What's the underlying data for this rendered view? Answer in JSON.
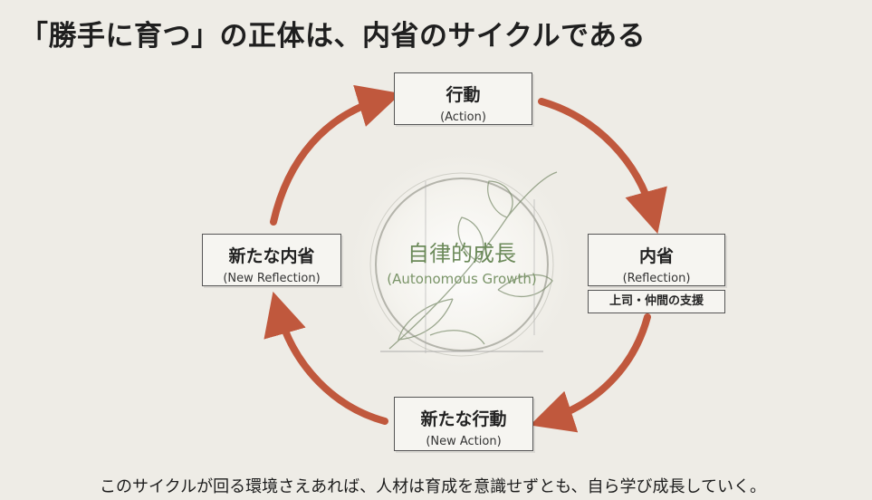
{
  "title": "「勝手に育つ」の正体は、内省のサイクルである",
  "center": {
    "jp": "自律的成長",
    "en": "(Autonomous Growth)"
  },
  "nodes": {
    "action": {
      "jp": "行動",
      "en": "(Action)"
    },
    "reflection": {
      "jp": "内省",
      "en": "(Reflection)",
      "support": "上司・仲間の支援"
    },
    "new_action": {
      "jp": "新たな行動",
      "en": "(New Action)"
    },
    "new_reflection": {
      "jp": "新たな内省",
      "en": "(New Reflection)"
    }
  },
  "colors": {
    "arrow": "#c0583d",
    "center_text": "#6c8a5a",
    "background": "#eeece6"
  },
  "footer": "このサイクルが回る環境さえあれば、人材は育成を意識せずとも、自ら学び成長していく。"
}
